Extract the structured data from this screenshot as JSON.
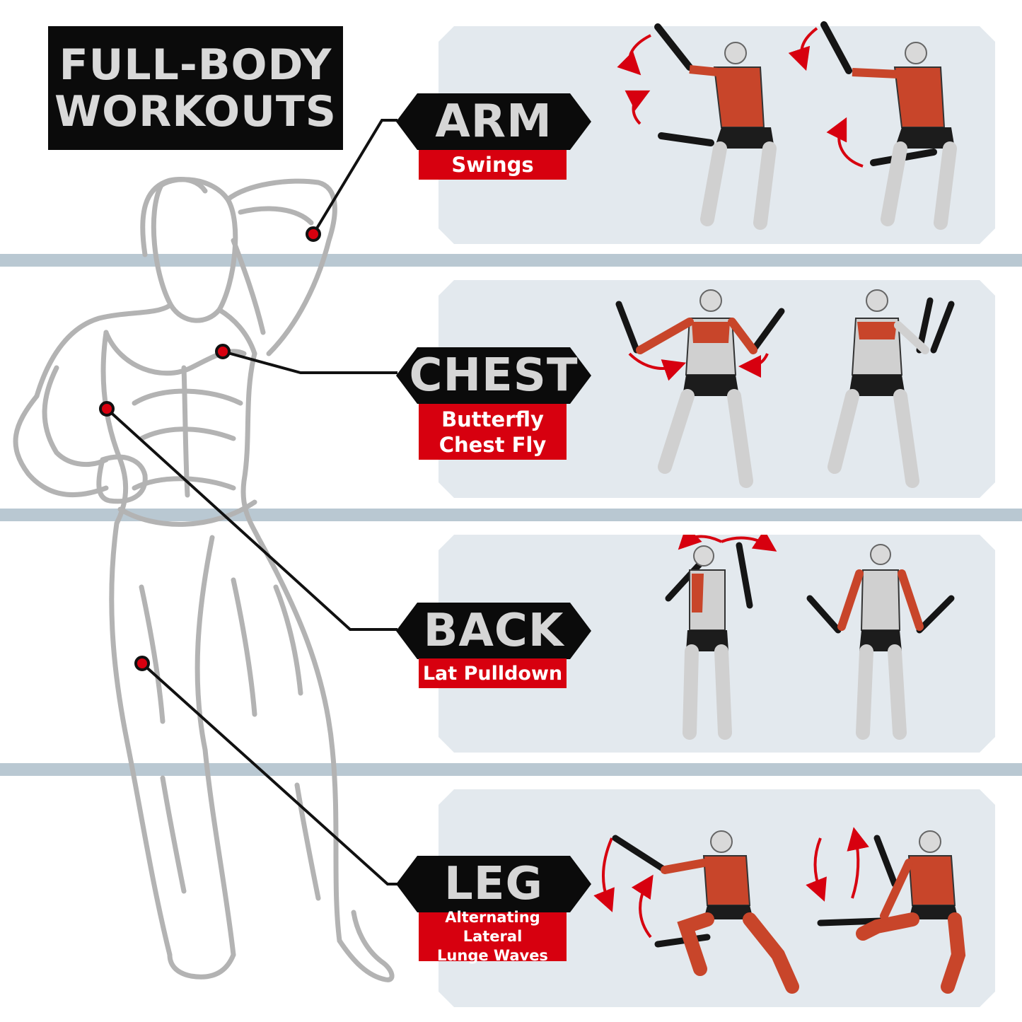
{
  "title": {
    "line1": "FULL-BODY",
    "line2": "WORKOUTS"
  },
  "sections": [
    {
      "name": "ARM",
      "desc_line1": "Swings",
      "desc_line2": ""
    },
    {
      "name": "CHEST",
      "desc_line1": "Butterfly",
      "desc_line2": "Chest Fly"
    },
    {
      "name": "BACK",
      "desc_line1": "Lat Pulldown",
      "desc_line2": ""
    },
    {
      "name": "LEG",
      "desc_line1": "Alternating Lateral",
      "desc_line2": "Lunge Waves"
    }
  ],
  "colors": {
    "accent_red": "#d7000f",
    "tag_black": "#0b0b0b",
    "panel_bg": "#e3e9ee",
    "band": "#b9c8d2"
  }
}
